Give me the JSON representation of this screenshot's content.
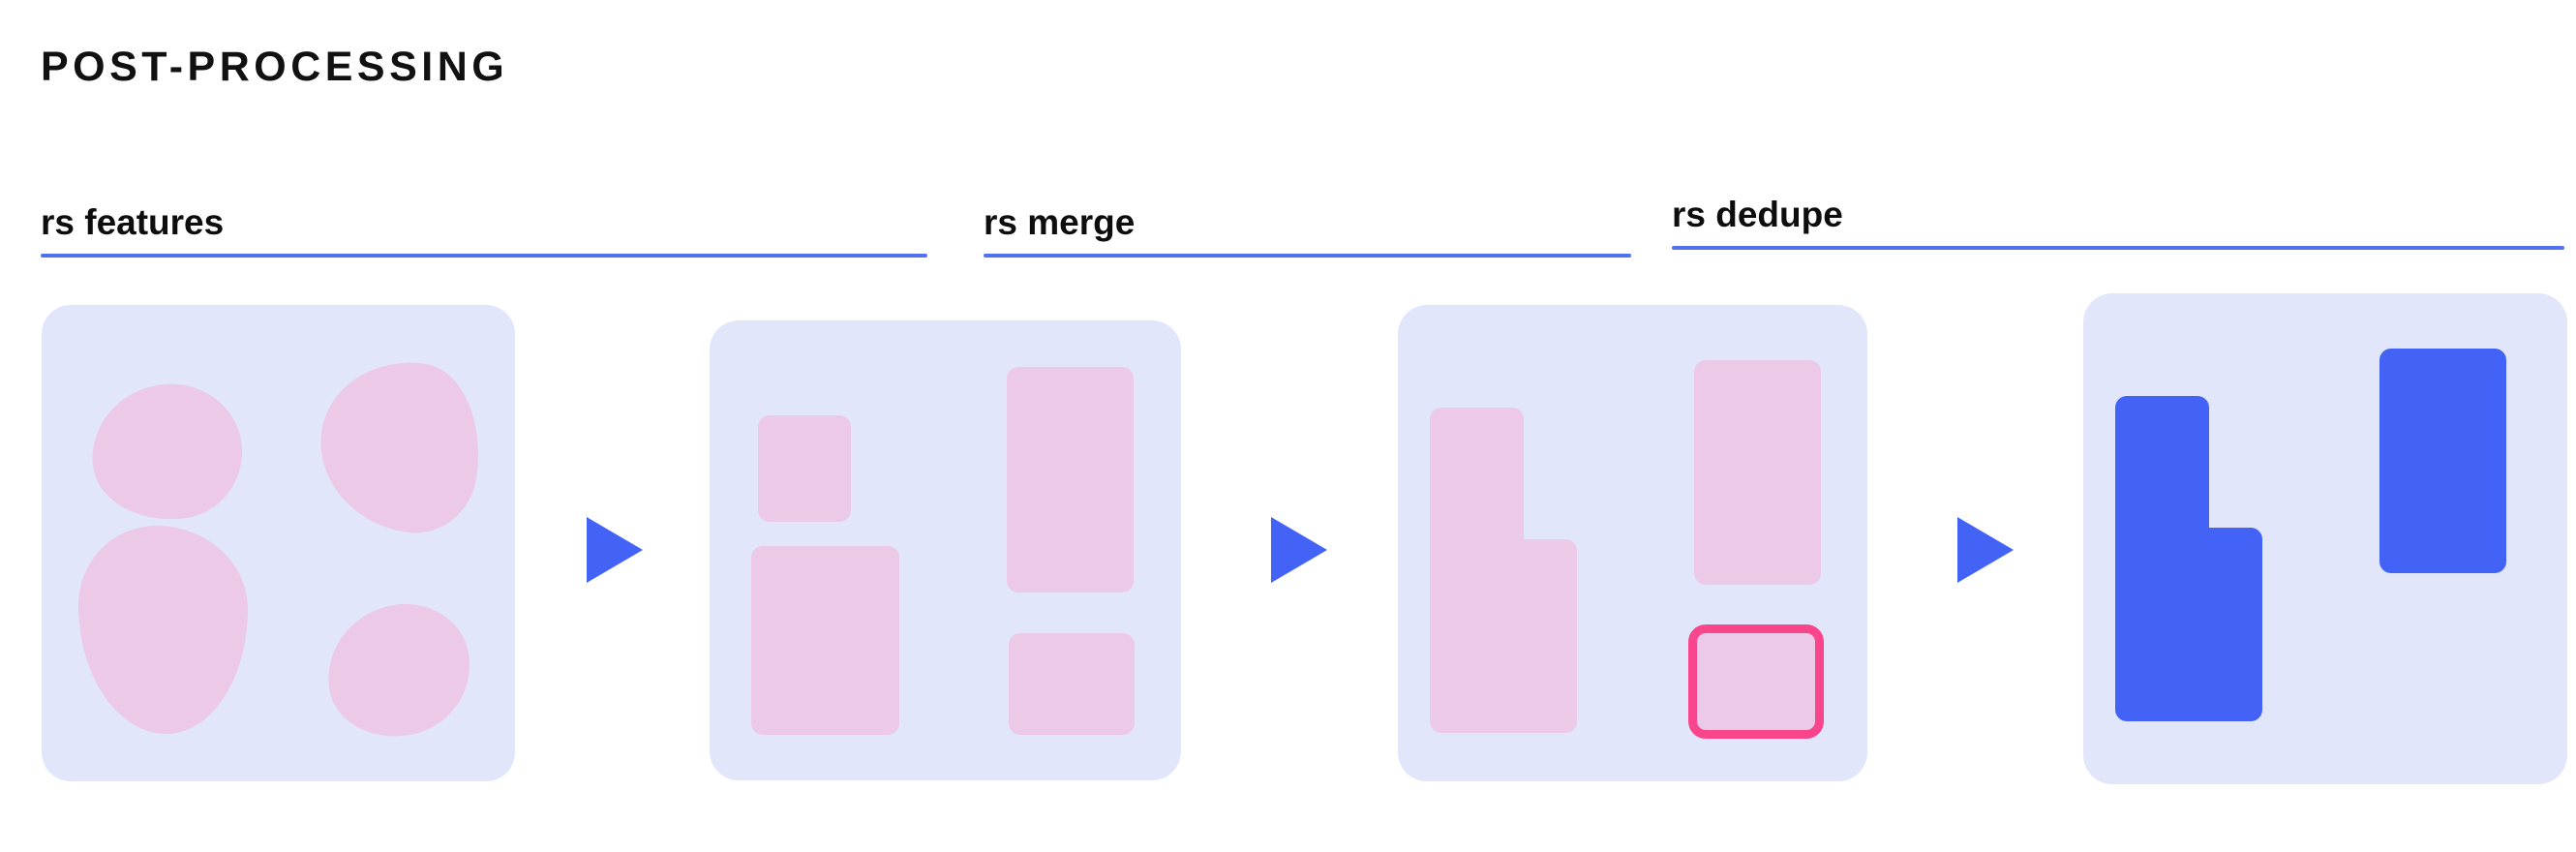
{
  "page": {
    "title": "POST-PROCESSING",
    "background_color": "#ffffff"
  },
  "colors": {
    "accent_blue": "#4263f5",
    "rule_blue": "#5271f2",
    "panel_background": "#e2e6fa",
    "shape_pink": "#ebc9e7",
    "duplicate_highlight": "#f9458c",
    "title_text": "#111111"
  },
  "stages": [
    {
      "id": "features",
      "label": "rs features",
      "panel_index": 1,
      "shape_kind": "organic-blob",
      "shape_count": 4,
      "shape_fill": "#ebc9e7"
    },
    {
      "id": "merge",
      "label": "rs merge",
      "panel_index": 2,
      "shape_kind": "bounding-box",
      "shape_count": 4,
      "shape_fill": "#ebc9e7"
    },
    {
      "id": "dedupe",
      "label": "rs dedupe",
      "panel_index": 3,
      "shape_kind": "bounding-box",
      "shape_count": 3,
      "shape_fill": "#ebc9e7",
      "highlighted_shape_count": 1,
      "highlight_color": "#f9458c"
    }
  ],
  "panels": [
    {
      "index": 1,
      "name": "features-panel",
      "caption": "rs features",
      "contents": "four organic pink feature blobs"
    },
    {
      "index": 2,
      "name": "merge-panel",
      "caption": "rs merge",
      "contents": "four pink rounded bounding boxes"
    },
    {
      "index": 3,
      "name": "dedupe-input-panel",
      "caption": "rs dedupe",
      "contents": "merged L-shape, tall box, and one duplicate box outlined in pink"
    },
    {
      "index": 4,
      "name": "dedupe-output-panel",
      "caption": "",
      "contents": "two solid blue final boxes after duplicate removal"
    }
  ],
  "arrows": [
    {
      "name": "arrow-features-to-merge",
      "direction": "right",
      "color": "#4263f5"
    },
    {
      "name": "arrow-merge-to-dedupe",
      "direction": "right",
      "color": "#4263f5"
    },
    {
      "name": "arrow-dedupe-to-output",
      "direction": "right",
      "color": "#4263f5"
    }
  ]
}
